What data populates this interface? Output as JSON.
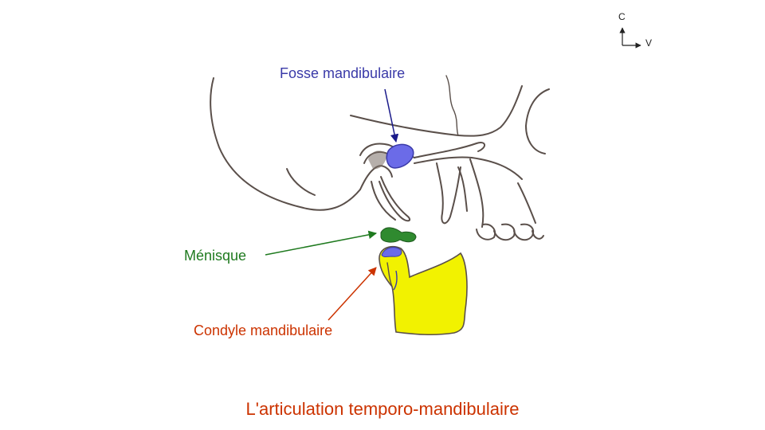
{
  "labels": {
    "fosse": "Fosse mandibulaire",
    "menisque": "Ménisque",
    "condyle": "Condyle mandibulaire",
    "title": "L'articulation temporo-mandibulaire"
  },
  "orientation": {
    "cranial": "C",
    "ventral": "V"
  },
  "colors": {
    "fosse": "#3a3aa8",
    "fosse_fill": "#6b6be8",
    "menisque": "#1f7a1f",
    "menisque_fill": "#2f8a2f",
    "condyle": "#cc3300",
    "condyle_fill": "#f2f200",
    "title": "#cc3300",
    "bone_line": "#5a4f4a"
  }
}
